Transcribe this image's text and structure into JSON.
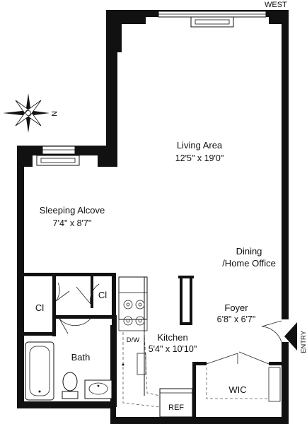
{
  "compass": {
    "label": "N"
  },
  "west_label": "WEST",
  "entry_label": "ENTRY",
  "rooms": {
    "living": {
      "name": "Living Area",
      "dims": "12'5\" x 19'0\""
    },
    "sleeping": {
      "name": "Sleeping Alcove",
      "dims": "7'4\" x 8'7\""
    },
    "dining": {
      "line1": "Dining",
      "line2": "/Home Office"
    },
    "foyer": {
      "name": "Foyer",
      "dims": "6'8\" x 6'7\""
    },
    "kitchen": {
      "name": "Kitchen",
      "dims": "5'4\" x 10'10\""
    },
    "bath": {
      "name": "Bath"
    },
    "closet_left": {
      "name": "Cl"
    },
    "closet_right": {
      "name": "Cl"
    },
    "wic": {
      "name": "WIC"
    },
    "dishwasher": {
      "name": "D/W"
    },
    "refrigerator": {
      "name": "REF"
    }
  }
}
